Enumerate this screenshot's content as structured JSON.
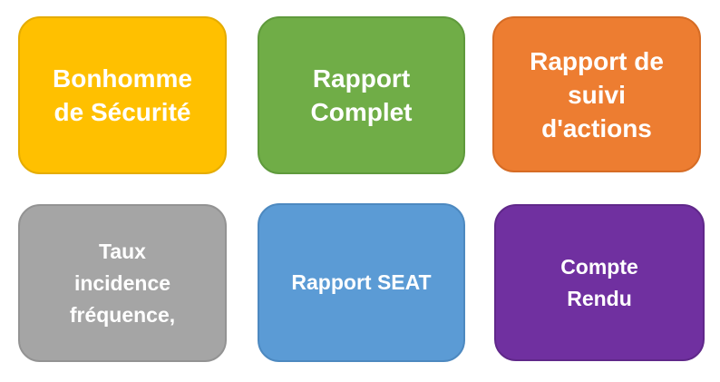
{
  "tiles": [
    {
      "id": "bonhomme",
      "lines": [
        "Bonhomme",
        "de Sécurité"
      ],
      "color": "#FFC000",
      "border": "#E5AC00"
    },
    {
      "id": "rapport-complet",
      "lines": [
        "Rapport",
        "Complet"
      ],
      "color": "#70AD47",
      "border": "#5F9A3C"
    },
    {
      "id": "suivi-actions",
      "lines": [
        "Rapport de",
        "suivi",
        "d'actions"
      ],
      "color": "#ED7D31",
      "border": "#D66C25"
    },
    {
      "id": "taux-incidence",
      "lines": [
        "Taux",
        "incidence",
        "fréquence,"
      ],
      "color": "#A5A5A5",
      "border": "#939393"
    },
    {
      "id": "rapport-seat",
      "lines": [
        "Rapport SEAT"
      ],
      "color": "#5B9BD5",
      "border": "#4D89C0"
    },
    {
      "id": "compte-rendu",
      "lines": [
        "Compte",
        "Rendu"
      ],
      "color": "#7030A0",
      "border": "#60288A"
    }
  ]
}
